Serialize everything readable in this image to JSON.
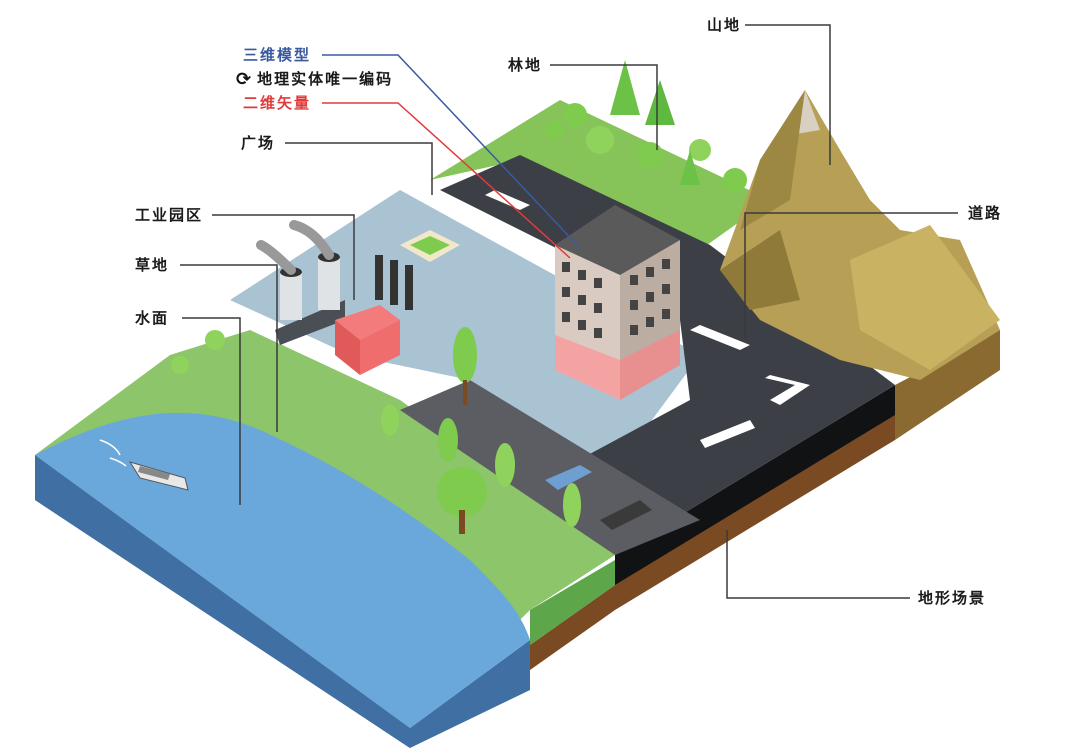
{
  "labels": {
    "model_3d": "三维模型",
    "entity_code": "地理实体唯一编码",
    "vector_2d": "二维矢量",
    "plaza": "广场",
    "industrial_park": "工业园区",
    "grassland": "草地",
    "water_surface": "水面",
    "forest": "林地",
    "mountain": "山地",
    "road": "道路",
    "terrain_scene": "地形场景"
  },
  "icons": {
    "entity_code_icon": "sync-arrows-icon"
  },
  "colors": {
    "label_blue": "#3a5aa0",
    "label_red": "#e23b3b",
    "leader_dark": "#3a3a3a",
    "water": "#6aa8dc",
    "grass": "#8cc56a",
    "plaza": "#a9c3d3",
    "road": "#3c3f46",
    "mountain": "#b7a055"
  }
}
